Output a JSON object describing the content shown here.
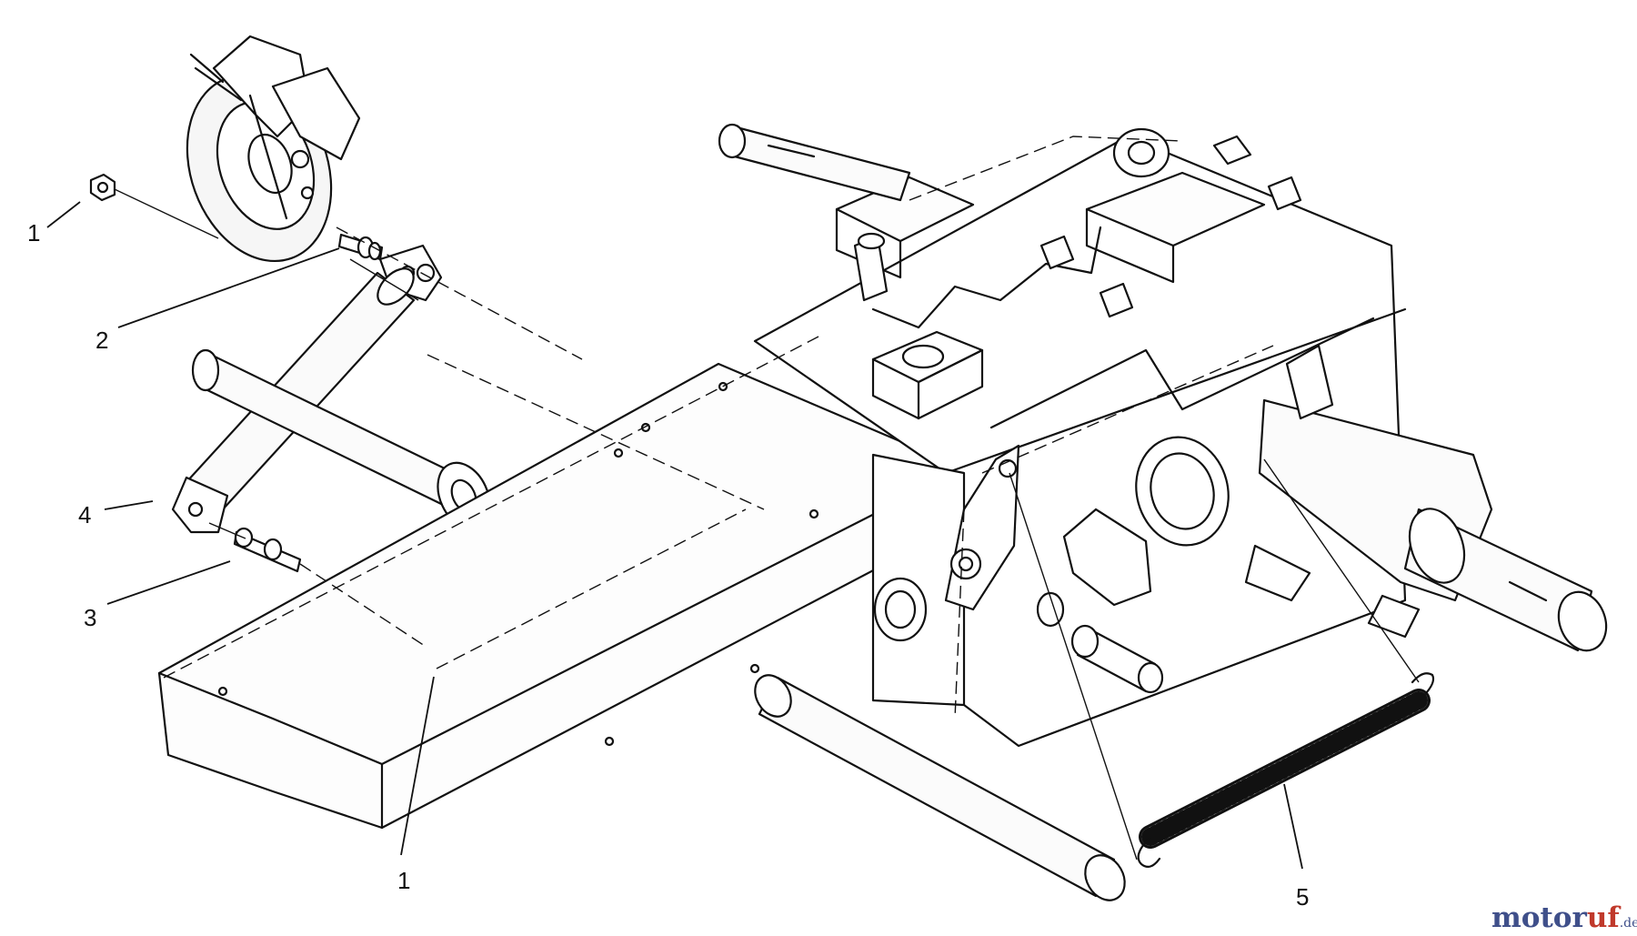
{
  "callouts": {
    "nut_top": "1",
    "pin_top": "2",
    "rod_end": "4",
    "pin_bottom": "3",
    "nut_bottom": "1",
    "spring": "5"
  },
  "watermark": {
    "brand_a": "motor",
    "brand_b": "uf",
    "tld": ".de",
    "color_primary": "#3f4f8a",
    "color_accent": "#c0392b"
  }
}
